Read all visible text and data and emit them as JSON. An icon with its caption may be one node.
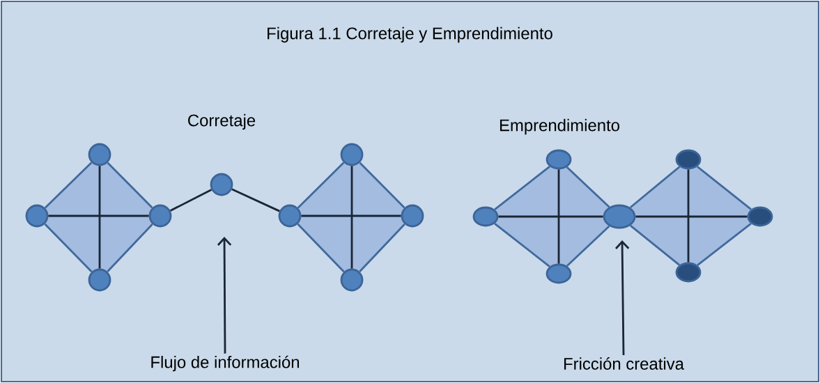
{
  "diagram": {
    "title": "Figura 1.1  Corretaje  y Emprendimiento",
    "nodes": [
      {
        "text": [],
        "shape": "circle"
      },
      {
        "text": [],
        "shape": "circle"
      },
      {
        "text": [],
        "shape": "circle"
      },
      {
        "text": [],
        "shape": "circle"
      },
      {
        "text": [],
        "shape": "circle"
      },
      {
        "text": [],
        "shape": "circle"
      },
      {
        "text": [],
        "shape": "circle"
      },
      {
        "text": [],
        "shape": "circle"
      },
      {
        "text": [],
        "shape": "circle"
      },
      {
        "text": [],
        "shape": "circle"
      },
      {
        "text": [],
        "shape": "circle"
      },
      {
        "text": [],
        "shape": "circle"
      },
      {
        "text": [],
        "shape": "circle"
      },
      {
        "text": [],
        "shape": "circle"
      },
      {
        "text": [],
        "shape": "circle"
      },
      {
        "text": [],
        "shape": "circle"
      },
      {
        "text": [
          "Flujo de información"
        ]
      },
      {
        "text": [
          "Fricción creativa"
        ]
      }
    ],
    "edges": [
      {
        "from": 0,
        "to": 1,
        "arrow": "none",
        "color": "#41699c"
      },
      {
        "from": 0,
        "to": 2,
        "arrow": "none",
        "color": "#41699c"
      },
      {
        "from": 1,
        "to": 3,
        "arrow": "none",
        "color": "#41699c"
      },
      {
        "from": 2,
        "to": 3,
        "arrow": "none",
        "color": "#41699c"
      },
      {
        "from": 0,
        "to": 3,
        "arrow": "none",
        "color": "#1a2535"
      },
      {
        "from": 1,
        "to": 2,
        "arrow": "none",
        "color": "#1a2535"
      },
      {
        "from": 2,
        "to": 4,
        "arrow": "none",
        "color": "#1a2535"
      },
      {
        "from": 4,
        "to": 5,
        "arrow": "none",
        "color": "#1a2535"
      },
      {
        "from": 6,
        "to": 5,
        "arrow": "none",
        "color": "#41699c"
      },
      {
        "from": 6,
        "to": 7,
        "arrow": "none",
        "color": "#41699c"
      },
      {
        "from": 5,
        "to": 8,
        "arrow": "none",
        "color": "#41699c"
      },
      {
        "from": 7,
        "to": 8,
        "arrow": "none",
        "color": "#41699c"
      },
      {
        "from": 6,
        "to": 8,
        "arrow": "none",
        "color": "#1a2535"
      },
      {
        "from": 5,
        "to": 7,
        "arrow": "none",
        "color": "#1a2535"
      },
      {
        "from": 9,
        "to": 10,
        "arrow": "none",
        "color": "#41699c"
      },
      {
        "from": 9,
        "to": 11,
        "arrow": "none",
        "color": "#41699c"
      },
      {
        "from": 10,
        "to": 12,
        "arrow": "none",
        "color": "#41699c"
      },
      {
        "from": 11,
        "to": 12,
        "arrow": "none",
        "color": "#41699c"
      },
      {
        "from": 9,
        "to": 12,
        "arrow": "none",
        "color": "#1a2535"
      },
      {
        "from": 10,
        "to": 11,
        "arrow": "none",
        "color": "#1a2535"
      },
      {
        "from": 13,
        "to": 11,
        "arrow": "none",
        "color": "#41699c"
      },
      {
        "from": 13,
        "to": 14,
        "arrow": "none",
        "color": "#41699c"
      },
      {
        "from": 11,
        "to": 15,
        "arrow": "none",
        "color": "#41699c"
      },
      {
        "from": 14,
        "to": 15,
        "arrow": "none",
        "color": "#41699c"
      },
      {
        "from": 13,
        "to": 15,
        "arrow": "none",
        "color": "#1a2535"
      },
      {
        "from": 11,
        "to": 14,
        "arrow": "none",
        "color": "#1a2535"
      },
      {
        "from": 16,
        "to": null,
        "arrow": "to",
        "color": "#1a2535"
      },
      {
        "from": 17,
        "to": 11,
        "arrow": "to",
        "color": "#1a2535"
      }
    ],
    "labels": [
      "Corretaje",
      "Emprendimiento"
    ]
  }
}
